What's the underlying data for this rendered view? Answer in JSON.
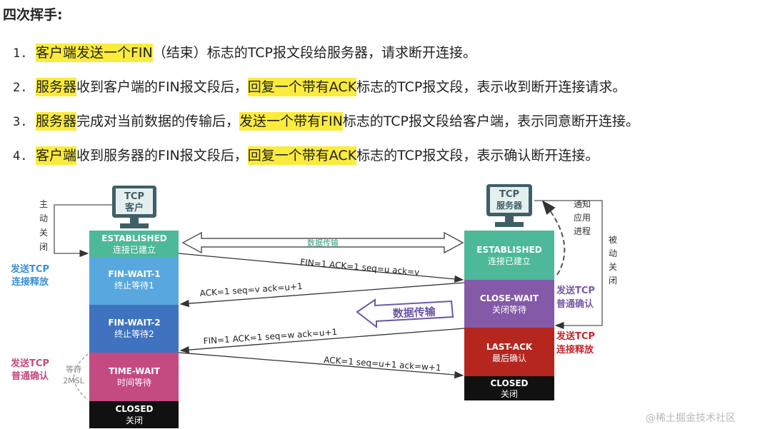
{
  "heading": "四次挥手:",
  "steps": [
    {
      "num": "1.",
      "parts": [
        {
          "text": "客户端发送一个FIN",
          "hl": true
        },
        {
          "text": "（结束）标志的TCP报文段给服务器，请求断开连接。",
          "hl": false
        }
      ]
    },
    {
      "num": "2.",
      "parts": [
        {
          "text": "服务器",
          "hl": true
        },
        {
          "text": "收到客户端的FIN报文段后，",
          "hl": false
        },
        {
          "text": "回复一个带有ACK",
          "hl": true
        },
        {
          "text": "标志的TCP报文段，表示收到断开连接请求。",
          "hl": false
        }
      ]
    },
    {
      "num": "3.",
      "parts": [
        {
          "text": "服务器",
          "hl": true
        },
        {
          "text": "完成对当前数据的传输后，",
          "hl": false
        },
        {
          "text": "发送一个带有FIN",
          "hl": true
        },
        {
          "text": "标志的TCP报文段给客户端，表示同意断开连接。",
          "hl": false
        }
      ]
    },
    {
      "num": "4.",
      "parts": [
        {
          "text": "客户端",
          "hl": true
        },
        {
          "text": "收到服务器的FIN报文段后，",
          "hl": false
        },
        {
          "text": "回复一个带有ACK",
          "hl": true
        },
        {
          "text": "标志的TCP报文段，表示确认断开连接。",
          "hl": false
        }
      ]
    }
  ],
  "diagram": {
    "client_monitor": [
      "TCP",
      "客户"
    ],
    "server_monitor": [
      "TCP",
      "服务器"
    ],
    "client_states": [
      {
        "name": "ESTABLISHED",
        "sub": "连接已建立",
        "color": "#4db89a"
      },
      {
        "name": "FIN-WAIT-1",
        "sub": "终止等待1",
        "color": "#58a8df"
      },
      {
        "name": "FIN-WAIT-2",
        "sub": "终止等待2",
        "color": "#3f73bf"
      },
      {
        "name": "TIME-WAIT",
        "sub": "时间等待",
        "color": "#c44a82"
      },
      {
        "name": "CLOSED",
        "sub": "关闭",
        "color": "#111111"
      }
    ],
    "server_states": [
      {
        "name": "ESTABLISHED",
        "sub": "连接已建立",
        "color": "#4db89a"
      },
      {
        "name": "CLOSE-WAIT",
        "sub": "关闭等待",
        "color": "#8459a8"
      },
      {
        "name": "LAST-ACK",
        "sub": "最后确认",
        "color": "#b5261e"
      },
      {
        "name": "CLOSED",
        "sub": "关闭",
        "color": "#111111"
      }
    ],
    "data_transfer_top": "数据传输",
    "data_transfer_mid": "数据传输",
    "messages": [
      "FIN=1  ACK=1  seq=u   ack=v",
      "ACK=1   seq=v    ack=u+1",
      "FIN=1    ACK=1      seq=w     ack=u+1",
      "ACK=1   seq=u+1    ack=w+1"
    ],
    "left_labels": {
      "active_close": [
        "主",
        "动",
        "关",
        "闭"
      ],
      "send_tcp_release": [
        "发送TCP",
        "连接释放"
      ],
      "send_tcp_ack": [
        "发送TCP",
        "普通确认"
      ],
      "wait_2msl": [
        "等待",
        "2MSL"
      ]
    },
    "right_labels": {
      "notify_app": [
        "通知",
        "应用",
        "进程"
      ],
      "passive_close": [
        "被",
        "动",
        "关",
        "闭"
      ],
      "send_tcp_ack": [
        "发送TCP",
        "普通确认"
      ],
      "send_tcp_release": [
        "发送TCP",
        "连接释放"
      ]
    }
  },
  "watermark": "@稀土掘金技术社区",
  "colors": {
    "highlight": "#fbeb3c",
    "teal": "#4db89a",
    "purple_text": "#7a5aa6",
    "red_text": "#c1272d",
    "blue_text": "#3a8fd8",
    "magenta_text": "#c44a82"
  }
}
